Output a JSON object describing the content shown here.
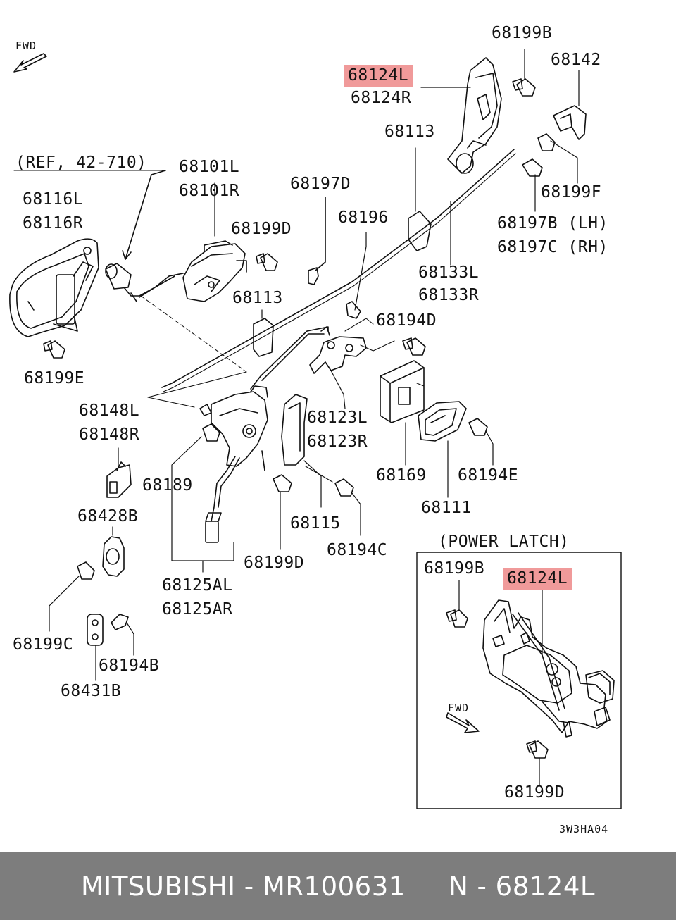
{
  "diagram": {
    "fwd_top": "FWD",
    "fwd_inset": "FWD",
    "ref": "(REF, 42-710)",
    "inset_title": "(POWER LATCH)",
    "code": "3W3HA04",
    "highlight_color": "#f09a9a",
    "labels": {
      "p68199B_top": "68199B",
      "p68142": "68142",
      "p68124L_top": "68124L",
      "p68124R": "68124R",
      "p68113_top": "68113",
      "p68101L": "68101L",
      "p68101R": "68101R",
      "p68197D": "68197D",
      "p68116L": "68116L",
      "p68116R": "68116R",
      "p68199D_a": "68199D",
      "p68196": "68196",
      "p68199F": "68199F",
      "p68197B": "68197B (LH)",
      "p68197C": "68197C (RH)",
      "p68133L": "68133L",
      "p68133R": "68133R",
      "p68113_mid": "68113",
      "p68194D": "68194D",
      "p68199E": "68199E",
      "p68148L": "68148L",
      "p68148R": "68148R",
      "p68123L": "68123L",
      "p68123R": "68123R",
      "p68189": "68189",
      "p68169": "68169",
      "p68194E": "68194E",
      "p68428B": "68428B",
      "p68111": "68111",
      "p68115": "68115",
      "p68194C": "68194C",
      "p68199D_b": "68199D",
      "p68125AL": "68125AL",
      "p68125AR": "68125AR",
      "p68199C": "68199C",
      "p68194B": "68194B",
      "p68431B": "68431B",
      "p68199B_inset": "68199B",
      "p68124L_inset": "68124L",
      "p68199D_inset": "68199D"
    }
  },
  "footer": {
    "brand": "MITSUBISHI",
    "sep1": " - ",
    "part_number": "MR100631",
    "gap": "     ",
    "ref_prefix": "N - ",
    "ref_part": "68124L"
  }
}
